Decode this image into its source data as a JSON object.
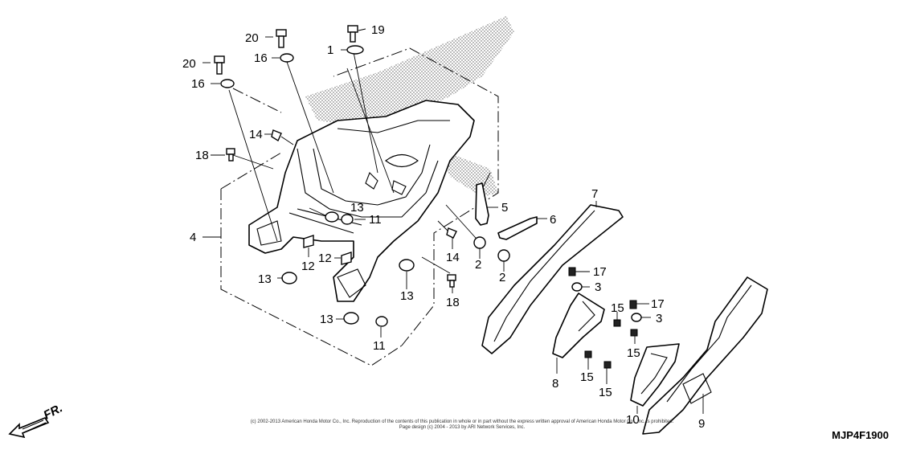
{
  "callouts": [
    {
      "id": "c1",
      "label": "1"
    },
    {
      "id": "c2a",
      "label": "2"
    },
    {
      "id": "c2b",
      "label": "2"
    },
    {
      "id": "c3a",
      "label": "3"
    },
    {
      "id": "c3b",
      "label": "3"
    },
    {
      "id": "c4",
      "label": "4"
    },
    {
      "id": "c5",
      "label": "5"
    },
    {
      "id": "c6",
      "label": "6"
    },
    {
      "id": "c7",
      "label": "7"
    },
    {
      "id": "c8",
      "label": "8"
    },
    {
      "id": "c9",
      "label": "9"
    },
    {
      "id": "c10",
      "label": "10"
    },
    {
      "id": "c11a",
      "label": "11"
    },
    {
      "id": "c11b",
      "label": "11"
    },
    {
      "id": "c12a",
      "label": "12"
    },
    {
      "id": "c12b",
      "label": "12"
    },
    {
      "id": "c13a",
      "label": "13"
    },
    {
      "id": "c13b",
      "label": "13"
    },
    {
      "id": "c13c",
      "label": "13"
    },
    {
      "id": "c13d",
      "label": "13"
    },
    {
      "id": "c14a",
      "label": "14"
    },
    {
      "id": "c14b",
      "label": "14"
    },
    {
      "id": "c15a",
      "label": "15"
    },
    {
      "id": "c15b",
      "label": "15"
    },
    {
      "id": "c15c",
      "label": "15"
    },
    {
      "id": "c15d",
      "label": "15"
    },
    {
      "id": "c16a",
      "label": "16"
    },
    {
      "id": "c16b",
      "label": "16"
    },
    {
      "id": "c17a",
      "label": "17"
    },
    {
      "id": "c17b",
      "label": "17"
    },
    {
      "id": "c18a",
      "label": "18"
    },
    {
      "id": "c18b",
      "label": "18"
    },
    {
      "id": "c19",
      "label": "19"
    },
    {
      "id": "c20a",
      "label": "20"
    },
    {
      "id": "c20b",
      "label": "20"
    }
  ],
  "footer": {
    "copyright_line1": "(c) 2002-2013 American Honda Motor Co., Inc. Reproduction of the contents of this publication in whole or in part without the express written approval of American Honda Motor Co., Inc. is prohibited.",
    "copyright_line2": "Page design (c) 2004 - 2013 by ARI Network Services, Inc.",
    "catalog_code": "MJP4F1900"
  },
  "direction_indicator": {
    "label": "FR."
  }
}
